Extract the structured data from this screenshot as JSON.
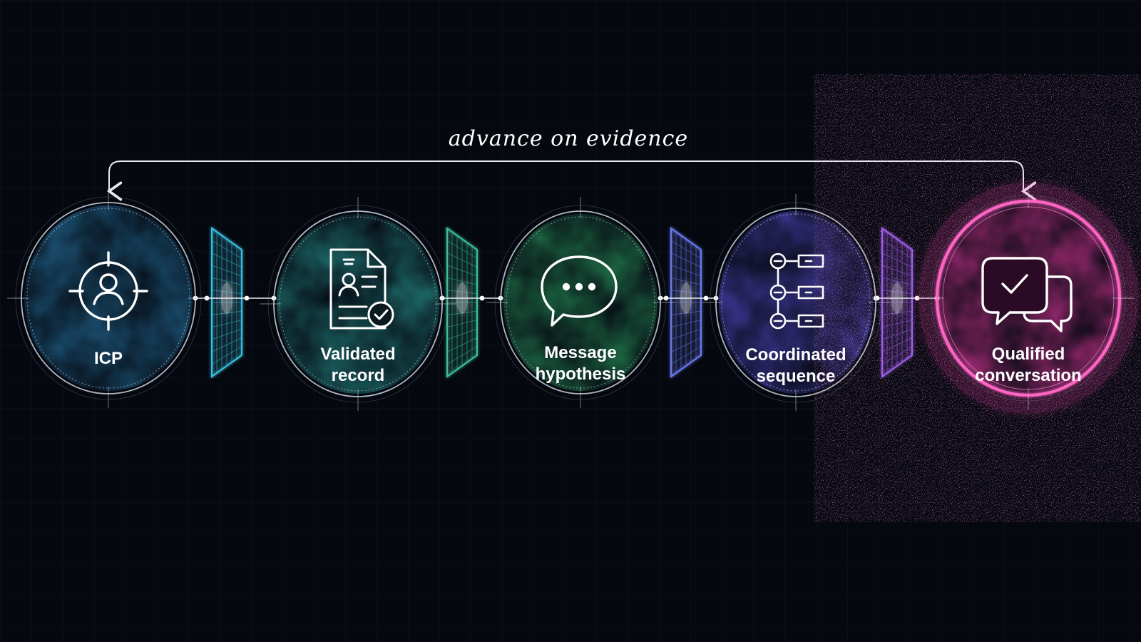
{
  "loop": {
    "label": "advance on evidence",
    "from_stage": "qualified-conversation",
    "to_stage": "icp"
  },
  "stages": [
    {
      "id": "icp",
      "lines": [
        "ICP"
      ],
      "icon": "target-person-icon",
      "color": "#2a7fb0"
    },
    {
      "id": "validated-record",
      "lines": [
        "Validated",
        "record"
      ],
      "icon": "document-check-icon",
      "color": "#2a9a96"
    },
    {
      "id": "message-hypothesis",
      "lines": [
        "Message",
        "hypothesis"
      ],
      "icon": "speech-bubble-icon",
      "color": "#2fa866"
    },
    {
      "id": "coordinated-sequence",
      "lines": [
        "Coordinated",
        "sequence"
      ],
      "icon": "sequence-checklist-icon",
      "color": "#5a4fd8"
    },
    {
      "id": "qualified-conversation",
      "lines": [
        "Qualified",
        "conversation"
      ],
      "icon": "chat-check-icon",
      "color": "#ff3fb0"
    }
  ],
  "connectors": [
    {
      "id": "icp-to-validated-record",
      "color": "#3ac0e0"
    },
    {
      "id": "validated-record-to-message-hypothesis",
      "color": "#3cc09a"
    },
    {
      "id": "message-hypothesis-to-coordinated-sequence",
      "color": "#6a7cf0"
    },
    {
      "id": "coordinated-sequence-to-qualified-conversation",
      "color": "#9a5cf0"
    }
  ],
  "colors": {
    "background": "#05080f",
    "grid": "#0e1522",
    "line": "#d9dde6",
    "highlight": "#ff3fb0"
  }
}
